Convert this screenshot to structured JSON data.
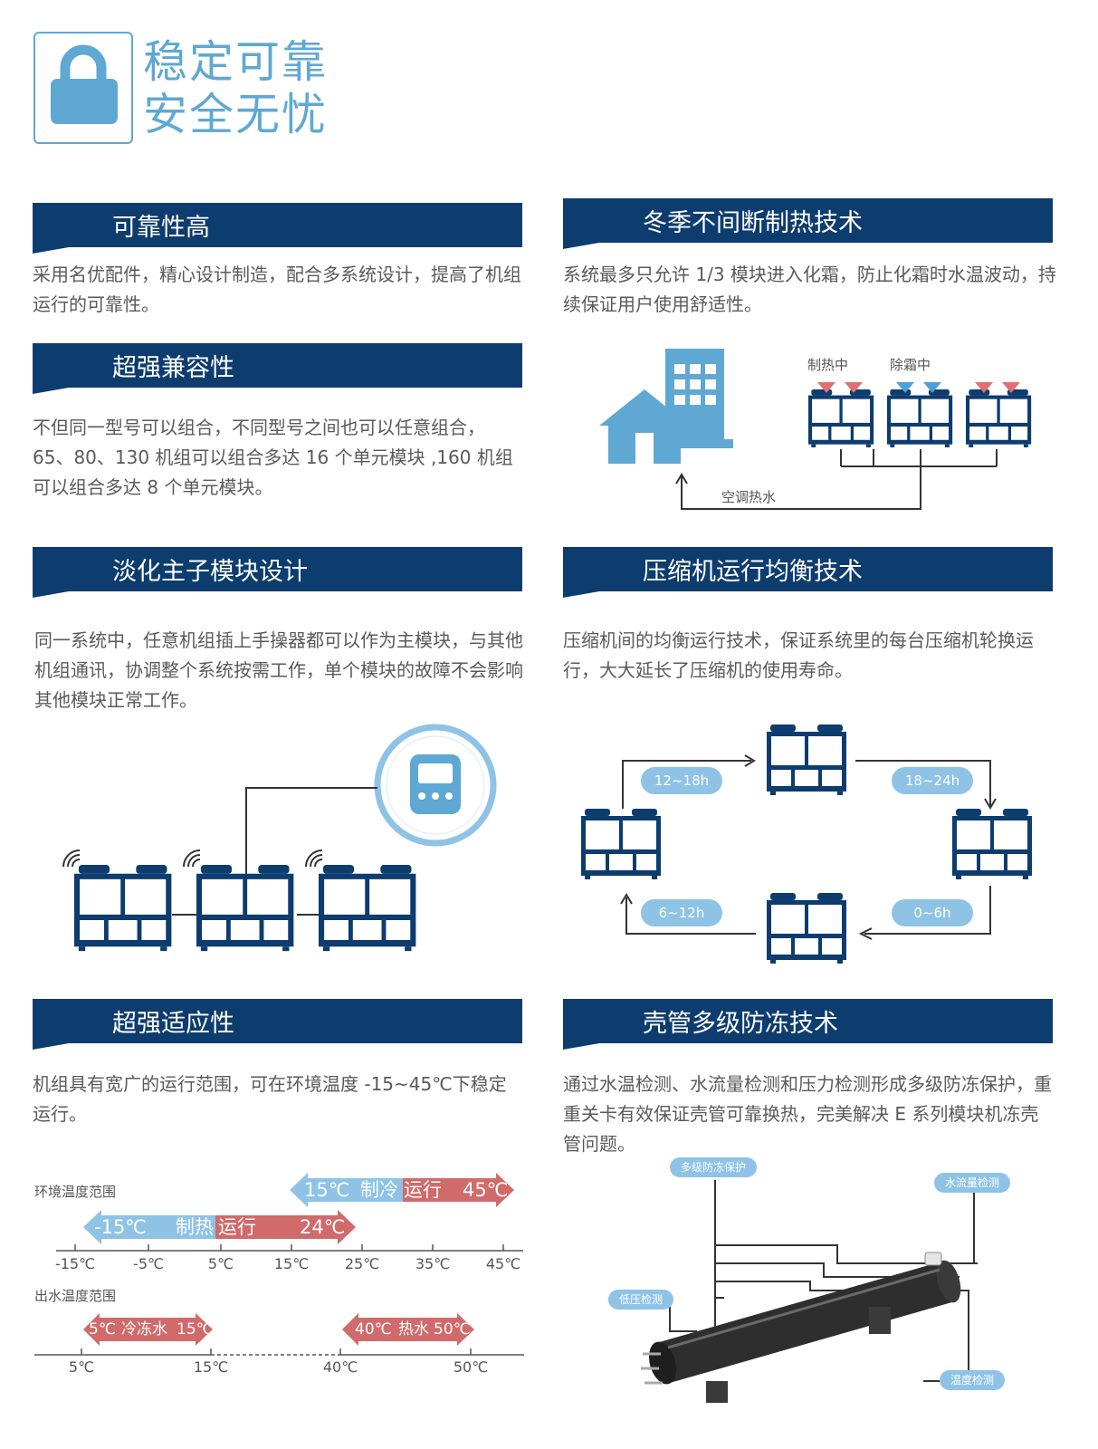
{
  "hero": {
    "line1": "稳定可靠",
    "line2": "安全无忧",
    "icon": "lock-icon"
  },
  "colors": {
    "navy": "#0d3c6e",
    "light_blue": "#5fa8d3",
    "pill_blue": "#8ec3e6",
    "red": "#d16a6a"
  },
  "sections": {
    "reliability": {
      "title": "可靠性高",
      "body": "采用名优配件，精心设计制造，配合多系统设计，提高了机组运行的可靠性。"
    },
    "compatibility": {
      "title": "超强兼容性",
      "body": "不但同一型号可以组合，不同型号之间也可以任意组合，65、80、130 机组可以组合多达 16 个单元模块 ,160 机组可以组合多达 8 个单元模块。"
    },
    "winter": {
      "title": "冬季不间断制热技术",
      "body": "系统最多只允许 1/3 模块进入化霜，防止化霜时水温波动，持续保证用户使用舒适性。"
    },
    "master": {
      "title": "淡化主子模块设计",
      "body": "同一系统中，任意机组插上手操器都可以作为主模块，与其他机组通讯，协调整个系统按需工作，单个模块的故障不会影响其他模块正常工作。"
    },
    "compressor": {
      "title": "压缩机运行均衡技术",
      "body": "压缩机间的均衡运行技术，保证系统里的每台压缩机轮换运行，大大延长了压缩机的使用寿命。"
    },
    "adaptability": {
      "title": "超强适应性",
      "body": "机组具有宽广的运行范围，可在环境温度 -15~45℃下稳定运行。"
    },
    "antifreeze": {
      "title": "壳管多级防冻技术",
      "body": "通过水温检测、水流量检测和压力检测形成多级防冻保护，重重关卡有效保证壳管可靠换热，完美解决 E 系列模块机冻壳管问题。"
    }
  },
  "winter_diagram": {
    "heating": "制热中",
    "defrosting": "除霜中",
    "water": "空调热水"
  },
  "compressor_diagram": {
    "t1": "12~18h",
    "t2": "18~24h",
    "t3": "6~12h",
    "t4": "0~6h"
  },
  "temp_chart": {
    "ambient_label": "环境温度范围",
    "outlet_label": "出水温度范围",
    "cooling": {
      "from": "15℃",
      "mode": "制冷",
      "run": "运行",
      "to": "45℃"
    },
    "heating": {
      "from": "-15℃",
      "mode": "制热",
      "run": "运行",
      "to": "24℃"
    },
    "ambient_ticks": [
      "-15℃",
      "-5℃",
      "5℃",
      "15℃",
      "25℃",
      "35℃",
      "45℃"
    ],
    "chilled": {
      "from": "5℃",
      "mode": "冷冻水",
      "to": "15℃"
    },
    "hot": {
      "from": "40℃",
      "mode": "热水",
      "to": "50℃"
    },
    "outlet_ticks": [
      "5℃",
      "15℃",
      "40℃",
      "50℃"
    ]
  },
  "shell_tube": {
    "multi": "多级防冻保护",
    "flow": "水流量检测",
    "low_pressure": "低压检测",
    "temp": "温度检测"
  }
}
